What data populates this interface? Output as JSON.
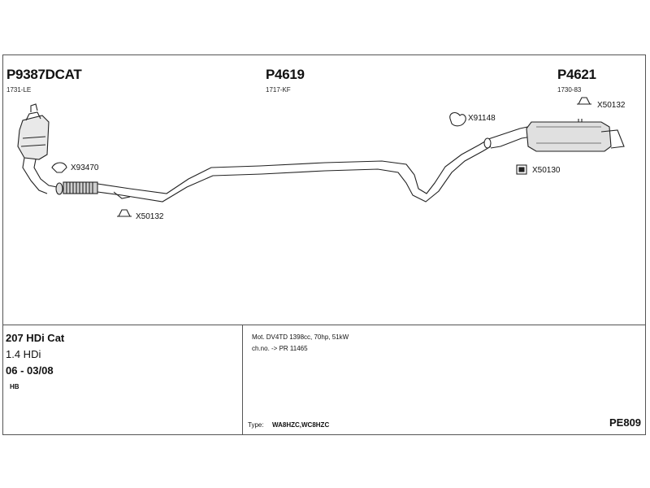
{
  "parts": {
    "left": {
      "code": "P9387DCAT",
      "ref": "1731-LE"
    },
    "middle": {
      "code": "P4619",
      "ref": "1717-KF"
    },
    "right": {
      "code": "P4621",
      "ref": "1730-83"
    }
  },
  "fittings": {
    "f1": "X93470",
    "f2": "X50132",
    "f3": "X91148",
    "f4": "X50132",
    "f5": "X50130"
  },
  "vehicle": {
    "model": "207 HDi Cat",
    "engine": "1.4 HDi",
    "years": "06 - 03/08",
    "body": "HB"
  },
  "details": {
    "motor": "Mot. DV4TD 1398cc, 70hp, 51kW",
    "chassis": "ch.no. -> PR 11465",
    "type_label": "Type:",
    "type_value": "WA8HZC,WC8HZC"
  },
  "sheet_code": "PE809"
}
